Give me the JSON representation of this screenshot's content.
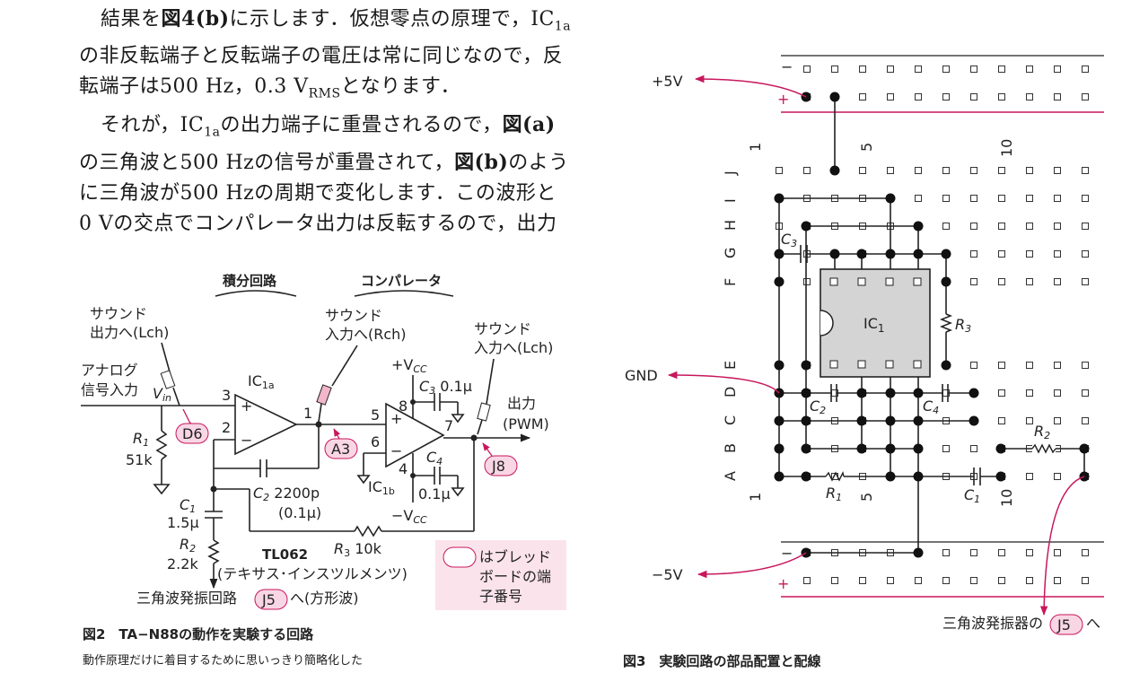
{
  "paragraph": {
    "line1": "結果を",
    "line1_ref": "図4(b)",
    "line1_b": "に示します．仮想零点の原理で，IC",
    "line1_sub": "1a",
    "line2": "の非反転端子と反転端子の電圧は常に同じなので，反",
    "line3a": "転端子は500 Hz，0.3 V",
    "line3_sub": "RMS",
    "line3b": "となります．",
    "line4a": "それが，IC",
    "line4_sub": "1a",
    "line4b": "の出力端子に重畳されるので，",
    "line4_ref": "図(a)",
    "line5a": "の三角波と500 Hzの信号が重畳されて，",
    "line5_ref": "図(b)",
    "line5b": "のよう",
    "line6": "に三角波が500 Hzの周期で変化します．この波形と",
    "line7": "0 Vの交点でコンパレータ出力は反転するので，出力"
  },
  "fig2": {
    "section_integrator": "積分回路",
    "section_comparator": "コンパレータ",
    "sound_out_l_1": "サウンド",
    "sound_out_l_2": "出力へ(Lch)",
    "sound_in_r_1": "サウンド",
    "sound_in_r_2": "入力へ(Rch)",
    "sound_in_l_1": "サウンド",
    "sound_in_l_2": "入力へ(Lch)",
    "analog_1": "アナログ",
    "analog_2": "信号入力",
    "vin": "V",
    "vin_sub": "in",
    "r1": "R",
    "r1_sub": "1",
    "r1_val": "51k",
    "c1": "C",
    "c1_sub": "1",
    "c1_val": "1.5μ",
    "r2": "R",
    "r2_sub": "2",
    "r2_val": "2.2k",
    "ic1a": "IC",
    "ic1a_sub": "1a",
    "ic1b": "IC",
    "ic1b_sub": "1b",
    "c2": "C",
    "c2_sub": "2",
    "c2_val": "2200p",
    "c2_val2": "(0.1μ)",
    "r3": "R",
    "r3_sub": "3",
    "r3_val": "10k",
    "vcc_pos": "+V",
    "vcc_neg": "−V",
    "vcc_sub": "CC",
    "c3": "C",
    "c3_sub": "3",
    "c3_val": "0.1μ",
    "c4": "C",
    "c4_sub": "4",
    "c4_val": "0.1μ",
    "out_1": "出力",
    "out_2": "(PWM)",
    "pin3": "3",
    "pin2": "2",
    "pin1": "1",
    "pin5": "5",
    "pin6": "6",
    "pin7": "7",
    "pin8": "8",
    "pin4": "4",
    "plus": "+",
    "minus": "−",
    "tag_d6": "D6",
    "tag_a3": "A3",
    "tag_j8": "J8",
    "tag_j5": "J5",
    "tl062": "TL062",
    "maker": "(テキサス･インスツルメンツ)",
    "tri_1": "三角波発振回路",
    "tri_2": "へ(方形波)",
    "note_1": "はブレッド",
    "note_2": "ボードの端",
    "note_3": "子番号",
    "caption": "図2　TA−N88の動作を実験する回路",
    "caption_sub": "動作原理だけに着目するために思いっきり簡略化した"
  },
  "fig3": {
    "vplus": "+5V",
    "gnd": "GND",
    "vminus": "−5V",
    "rows": [
      "J",
      "I",
      "H",
      "G",
      "F",
      "E",
      "D",
      "C",
      "B",
      "A"
    ],
    "col1": "1",
    "col5": "5",
    "col10": "10",
    "ic1": "IC",
    "ic1_sub": "1",
    "c3": "C",
    "c3_sub": "3",
    "r3": "R",
    "r3_sub": "3",
    "c2": "C",
    "c2_sub": "2",
    "c4": "C",
    "c4_sub": "4",
    "r1": "R",
    "r1_sub": "1",
    "c1": "C",
    "c1_sub": "1",
    "r2": "R",
    "r2_sub": "2",
    "rail_plus": "+",
    "rail_minus": "−",
    "tri_1": "三角波発振器の",
    "tri_2": "へ",
    "tag_j5": "J5",
    "caption": "図3　実験回路の部品配置と配線"
  }
}
